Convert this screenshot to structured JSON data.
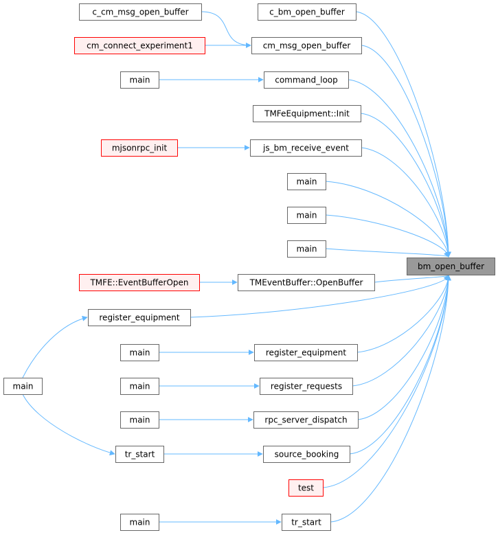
{
  "graph": {
    "title": "",
    "nodes": [
      {
        "id": "bm_open_buffer",
        "label": "bm_open_buffer",
        "style": "target"
      },
      {
        "id": "c_bm_open_buffer",
        "label": "c_bm_open_buffer",
        "style": "normal"
      },
      {
        "id": "c_cm_msg_open_buffer",
        "label": "c_cm_msg_open_buffer",
        "style": "normal"
      },
      {
        "id": "cm_msg_open_buffer",
        "label": "cm_msg_open_buffer",
        "style": "normal"
      },
      {
        "id": "cm_connect_experiment1",
        "label": "cm_connect_experiment1",
        "style": "red"
      },
      {
        "id": "main_a",
        "label": "main",
        "style": "normal"
      },
      {
        "id": "command_loop",
        "label": "command_loop",
        "style": "normal"
      },
      {
        "id": "tmfe_init",
        "label": "TMFeEquipment::Init",
        "style": "normal"
      },
      {
        "id": "mjsonrpc_init",
        "label": "mjsonrpc_init",
        "style": "red"
      },
      {
        "id": "js_bm_receive_event",
        "label": "js_bm_receive_event",
        "style": "normal"
      },
      {
        "id": "main_b",
        "label": "main",
        "style": "normal"
      },
      {
        "id": "main_c",
        "label": "main",
        "style": "normal"
      },
      {
        "id": "main_d",
        "label": "main",
        "style": "normal"
      },
      {
        "id": "tmfe_eventbufferopen",
        "label": "TMFE::EventBufferOpen",
        "style": "red"
      },
      {
        "id": "tmeventbuffer_openbuffer",
        "label": "TMEventBuffer::OpenBuffer",
        "style": "normal"
      },
      {
        "id": "register_equipment_a",
        "label": "register_equipment",
        "style": "normal"
      },
      {
        "id": "main_left",
        "label": "main",
        "style": "normal"
      },
      {
        "id": "main_e",
        "label": "main",
        "style": "normal"
      },
      {
        "id": "register_equipment_b",
        "label": "register_equipment",
        "style": "normal"
      },
      {
        "id": "main_f",
        "label": "main",
        "style": "normal"
      },
      {
        "id": "register_requests",
        "label": "register_requests",
        "style": "normal"
      },
      {
        "id": "main_g",
        "label": "main",
        "style": "normal"
      },
      {
        "id": "rpc_server_dispatch",
        "label": "rpc_server_dispatch",
        "style": "normal"
      },
      {
        "id": "tr_start_a",
        "label": "tr_start",
        "style": "normal"
      },
      {
        "id": "source_booking",
        "label": "source_booking",
        "style": "normal"
      },
      {
        "id": "test",
        "label": "test",
        "style": "red"
      },
      {
        "id": "main_h",
        "label": "main",
        "style": "normal"
      },
      {
        "id": "tr_start_b",
        "label": "tr_start",
        "style": "normal"
      }
    ],
    "edges": [
      {
        "from": "c_bm_open_buffer",
        "to": "bm_open_buffer"
      },
      {
        "from": "c_cm_msg_open_buffer",
        "to": "cm_msg_open_buffer"
      },
      {
        "from": "cm_connect_experiment1",
        "to": "cm_msg_open_buffer"
      },
      {
        "from": "cm_msg_open_buffer",
        "to": "bm_open_buffer"
      },
      {
        "from": "main_a",
        "to": "command_loop"
      },
      {
        "from": "command_loop",
        "to": "bm_open_buffer"
      },
      {
        "from": "tmfe_init",
        "to": "bm_open_buffer"
      },
      {
        "from": "mjsonrpc_init",
        "to": "js_bm_receive_event"
      },
      {
        "from": "js_bm_receive_event",
        "to": "bm_open_buffer"
      },
      {
        "from": "main_b",
        "to": "bm_open_buffer"
      },
      {
        "from": "main_c",
        "to": "bm_open_buffer"
      },
      {
        "from": "main_d",
        "to": "bm_open_buffer"
      },
      {
        "from": "tmfe_eventbufferopen",
        "to": "tmeventbuffer_openbuffer"
      },
      {
        "from": "tmeventbuffer_openbuffer",
        "to": "bm_open_buffer"
      },
      {
        "from": "register_equipment_a",
        "to": "bm_open_buffer"
      },
      {
        "from": "main_left",
        "to": "register_equipment_a"
      },
      {
        "from": "main_e",
        "to": "register_equipment_b"
      },
      {
        "from": "register_equipment_b",
        "to": "bm_open_buffer"
      },
      {
        "from": "main_f",
        "to": "register_requests"
      },
      {
        "from": "register_requests",
        "to": "bm_open_buffer"
      },
      {
        "from": "main_g",
        "to": "rpc_server_dispatch"
      },
      {
        "from": "rpc_server_dispatch",
        "to": "bm_open_buffer"
      },
      {
        "from": "main_left",
        "to": "tr_start_a"
      },
      {
        "from": "tr_start_a",
        "to": "source_booking"
      },
      {
        "from": "source_booking",
        "to": "bm_open_buffer"
      },
      {
        "from": "test",
        "to": "bm_open_buffer"
      },
      {
        "from": "main_h",
        "to": "tr_start_b"
      },
      {
        "from": "tr_start_b",
        "to": "bm_open_buffer"
      }
    ],
    "colors": {
      "edge": "#63b8ff",
      "node_border": "#666666",
      "node_fill": "#ffffff",
      "red_border": "#ff0000",
      "red_fill": "#fff0f0",
      "target_fill": "#999999"
    }
  }
}
